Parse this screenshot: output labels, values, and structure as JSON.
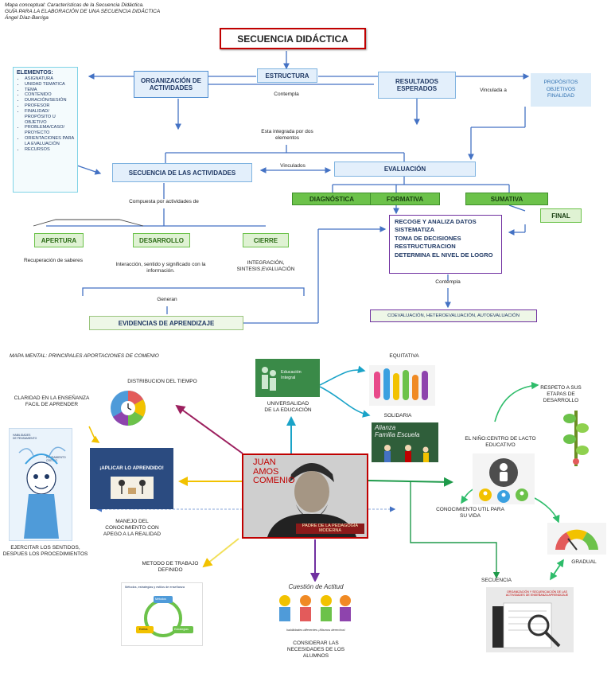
{
  "header": {
    "line1": "Mapa conceptual: Características de la Secuencia Didáctica.",
    "line2": "GUÍA PARA LA ELABORACIÓN DE UNA SECUENCIA DIDÁCTICA",
    "line3": "Ángel Díaz-Barriga"
  },
  "map1": {
    "title": "SECUENCIA  DIDÁCTICA",
    "estructura": "ESTRUCTURA",
    "contempla": "Contempla",
    "organizacion": "ORGANIZACIÓN DE ACTIVIDADES",
    "resultados": "RESULTADOS ESPERADOS",
    "vinculada": "Vinculada a",
    "propositos": "PROPÓSITOS\nOBJETIVOS\nFINALIDAD",
    "elementos_title": "ELEMENTOS:",
    "elementos": [
      "ASIGNATURA",
      "UNIDAD TEMATICA",
      "TEMA",
      "CONTENIDO",
      "DURACIÓN/SESIÓN",
      "PROFESOR",
      "FINALIDAD/ PROPÓSITO U OBJETIVO",
      "PROBLEMA/CASO/ PROYECTO",
      "ORIENTACIONES PARA LA EVALUACIÓN",
      "RECURSOS"
    ],
    "integrada": "Esta integrada por dos elementos",
    "secuencia_act": "SECUENCIA DE LAS ACTIVIDADES",
    "vinculados": "Vinculados",
    "evaluacion": "EVALUACIÓN",
    "compuesta": "Compuesta por actividades de",
    "diagnostica": "DIAGNÓSTICA",
    "formativa": "FORMATIVA",
    "sumativa": "SUMATIVA",
    "final": "FINAL",
    "apertura": "APERTURA",
    "desarrollo": "DESARROLLO",
    "cierre": "CIERRE",
    "recogida": [
      "RECOGE Y ANALIZA DATOS",
      "SISTEMATIZA",
      "TOMA DE DECISIONES",
      "RESTRUCTURACION",
      "DETERMINA EL  NIVEL DE LOGRO"
    ],
    "recuperacion": "Recuperación de saberes",
    "interaccion": "Interacción, sentido y significado con la información.",
    "integracion": "INTEGRACIÓN, SINTESIS,EVALUACIÓN",
    "contempla2": "Contempla",
    "generan": "Generan",
    "evidencias": "EVIDENCIAS DE APRENDIZAJE",
    "coevaluacion": "COEVALUACIÓN, HETEROEVALUACIÓN, AUTOEVALUACIÓN"
  },
  "map2": {
    "title": "MAPA MENTAL: PRINCIPALES APORTACIONES DE COMENIO",
    "center_name": "JUAN\nAMOS\nCOMENIO",
    "center_caption": "PADRE DE LA PEDAGOGÍA\nMODERNA",
    "equitativa": "EQUITATIVA",
    "universalidad": "UNIVERSALIDAD\nDE LA EDUCACIÓN",
    "solidaria": "SOLIDARIA",
    "distribucion": "DISTRIBUCION DEL TIEMPO",
    "claridad": "CLARIDAD EN LA ENSEÑANZA\nFACIL DE APRENDER",
    "respeto": "RESPETO A SUS\nETAPAS DE\nDESARROLLO",
    "nino": "EL NIÑO:CENTRO DE LACTO\nEDUCATIVO",
    "conocimiento": "CONOCIMIENTO UTIL PARA\nSU VIDA",
    "gradual": "GRADUAL",
    "secuencia": "SECUENCIA",
    "manejo": "MANEJO DEL\nCONOCIMIENTO CON\nAPEGO A LA REALIDAD",
    "ejercitar": "EJERCITAR  LOS SENTIDOS,\nDESPUES LOS PROCEDIMIENTOS",
    "metodo": "METODO DE TRABAJO\nDEFINIDO",
    "considerar": "CONSIDERAR LAS\nNECESIDADES DE LOS\nALUMNOS",
    "img_educacion": "Educación\nIntegral",
    "img_alianza": "Alianza\nFamilia Escuela",
    "img_aplicar": "¡APLICAR LO APRENDIDO!",
    "img_cuestion": "Cuestión de Actitud",
    "img_cuestion_sub": "habilidades diferentes ¡Mismos derechos!",
    "img_metodos": "Métodos, estrategias y estilos de enseñanza",
    "img_metodos_labels": [
      "Métodos",
      "Estilos",
      "Estrategias"
    ],
    "img_secuencia": "ORGANIZACIÓN Y SECUENCIACIÓN DE LAS ACTIVIDADES DE ENSEÑANZA APRENDIZAJE",
    "img_boxes": [
      "HABILIDADES\nDE PENSAMIENTO",
      "PENSAMIENTO\nCRÍTICO"
    ]
  },
  "colors": {
    "blue_box": "#e3effb",
    "green_box": "#6cc24a",
    "title_border": "#c00000",
    "arrow_blue": "#4472c4",
    "purple": "#7030a0",
    "teal": "#1aa3c8",
    "green_line": "#1e9a4a",
    "yellow": "#f2c200",
    "maroon": "#9c1f5e"
  }
}
